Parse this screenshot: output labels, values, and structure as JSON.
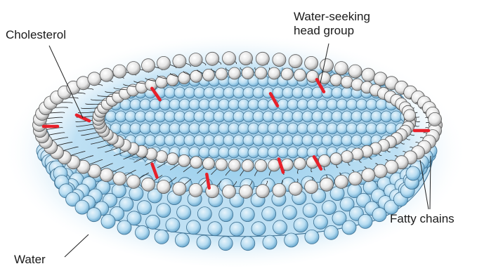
{
  "labels": {
    "cholesterol": "Cholesterol",
    "head_group_line1": "Water-seeking",
    "head_group_line2": "head group",
    "fatty_chains": "Fatty chains",
    "water": "Water"
  },
  "colors": {
    "water_glow": "#8ec9ea",
    "head_fill": "#ececec",
    "head_stroke": "#555555",
    "cholesterol": "#e8202a",
    "chain": "#222222",
    "leader": "#222222"
  }
}
